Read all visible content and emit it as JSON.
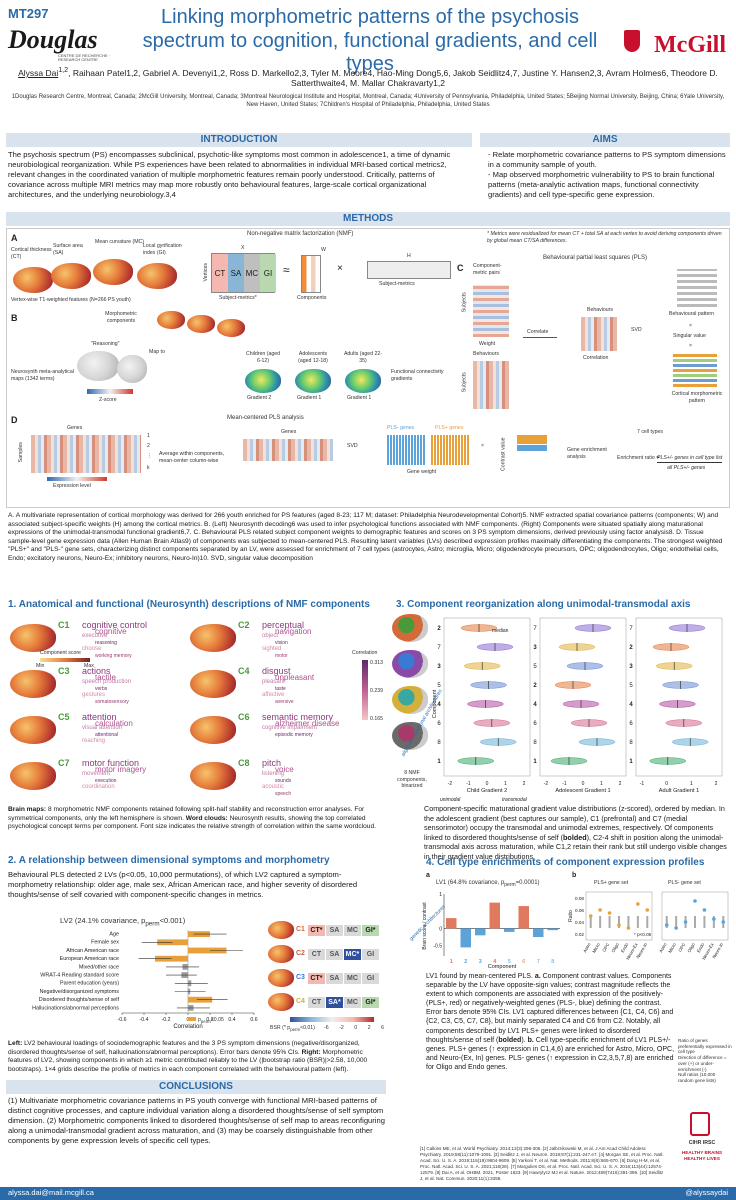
{
  "header": {
    "poster_id": "MT297",
    "logo_left": "Douglas",
    "logo_left_sub": "CENTRE DE RECHERCHE · RESEARCH CENTRE",
    "logo_right": "McGill",
    "title": "Linking morphometric patterns of the psychosis spectrum to cognition, functional gradients, and cell types",
    "authors_first": "Alyssa Dai",
    "authors_first_sup": "1,2",
    "authors_rest": ", Raihaan Patel1,2, Gabriel A. Devenyi1,2, Ross D. Markello2,3, Tyler M. Moore4, Hao-Ming Dong5,6, Jakob Seidlitz4,7, Justine Y. Hansen2,3, Avram Holmes6, Theodore D. Satterthwaite4, M. Mallar Chakravarty1,2",
    "affiliations": "1Douglas Research Centre, Montreal, Canada; 2McGill University, Montreal, Canada; 3Montreal Neurological Institute and Hospital, Montreal, Canada; 4University of Pennsylvania, Philadelphia, United States; 5Beijing Normal University, Beijing, China; 6Yale University, New Haven, United States; 7Children's Hospital of Philadelphia, Philadelphia, United States"
  },
  "introduction": {
    "heading": "INTRODUCTION",
    "text": "The psychosis spectrum (PS) encompasses subclinical, psychotic-like symptoms most common in adolescence1, a time of dynamic neurobiological reorganization. While PS experiences have been related to abnormalities in individual MRI-based cortical metrics2, relevant changes in the coordinated variation of multiple morphometric features remain poorly understood. Critically, patterns of covariance across multiple MRI metrics may map more robustly onto behavioural features, large-scale cortical organizational architectures, and the underlying neurobiology.3,4"
  },
  "aims": {
    "heading": "AIMS",
    "items": [
      "Relate morphometric covariance patterns to PS symptom dimensions in a community sample of youth.",
      "Map observed morphometric vulnerability to PS to brain functional patterns (meta-analytic activation maps, functional connectivity gradients) and cell type-specific gene expression."
    ]
  },
  "methods": {
    "heading": "METHODS",
    "panel_a": {
      "letter": "A",
      "feature_labels": [
        "Cortical thickness (CT)",
        "Surface area (SA)",
        "Mean curvature (MC)",
        "Local gyrification index (GI)"
      ],
      "vertex_label": "Vertex-wise T1-weighted features (N=266 PS youth)",
      "nmf_title": "Non-negative matrix factorization (NMF)",
      "x_label": "X",
      "w_label": "W",
      "h_label": "H",
      "vertices_label": "Vertices",
      "columns": [
        "CT",
        "SA",
        "MC",
        "GI"
      ],
      "subject_metrics": "Subject-metrics*",
      "components": "Components",
      "subject_metrics_h": "Subject-metrics",
      "approx": "≈",
      "times": "×",
      "note": "* Metrics were residualized for mean CT + total SA at each vertex to avoid deriving components driven by global mean CT/SA differences."
    },
    "panel_b": {
      "letter": "B",
      "morph_label": "Morphometric components",
      "map_to": "Map to",
      "reasoning": "\"Reasoning\"",
      "neurosynth": "Neurosynth meta-analytical maps (1342 terms)",
      "zscore": "Z-score",
      "groups": [
        "Children (aged 6-12)",
        "Adolescents (aged 12-18)",
        "Adults (aged 22-35)"
      ],
      "gradients": [
        "Gradient 2",
        "Gradient 1",
        "Gradient 1"
      ],
      "fc_label": "Functional connectivity gradients"
    },
    "panel_c": {
      "letter": "C",
      "pls_title": "Behavioural partial least squares (PLS)",
      "comp_pairs": "Component-metric pairs",
      "subjects": "Subjects",
      "weight": "Weight",
      "behaviours": "Behaviours",
      "correlate": "Correlate",
      "correlation": "Correlation",
      "svd": "SVD",
      "behavioural_pattern": "Behavioural pattern",
      "singular_value": "Singular value",
      "cortical_pattern": "Cortical morphometric pattern"
    },
    "panel_d": {
      "letter": "D",
      "title": "Mean-centered PLS analysis",
      "genes": "Genes",
      "samples": "Samples",
      "expression": "Expression level",
      "components_k": [
        "1",
        "2",
        "⋮",
        "k"
      ],
      "average": "Average within components, mean-center column-wise",
      "svd": "SVD",
      "pls_minus": "PLS- genes",
      "pls_plus": "PLS+ genes",
      "gene_weight": "Gene weight",
      "contrast": "Contrast value",
      "enrichment": "Gene enrichment analysis",
      "cell_types": "7 cell types",
      "ratio_label": "Enrichment ratio =",
      "ratio_num": "PLS+/- genes in cell type list",
      "ratio_den": "all PLS+/- genes"
    },
    "caption": "A. A multivariate representation of cortical morphology was derived for 266 youth enriched for PS features (aged 8-23; 117 M; dataset: Philadelphia Neurodevelopmental Cohort)5. NMF extracted spatial covariance patterns (components; W) and associated subject-specific weights (H) among the cortical metrics. B. (Left) Neurosynth decoding6 was used to infer psychological functions associated with NMF components. (Right) Components were situated spatially along maturational expressions of the unimodal-transmodal functional gradient6,7. C. Behavioural PLS related subject component weights to demographic features and scores on 3 PS symptom dimensions, derived previously using factor analysis8. D. Tissue sample-level gene expression data (Allen Human Brain Atlas9) of components was subjected to mean-centered PLS. Resulting latent variables (LVs) described expression profiles maximally differentiating the components. The strongest weighted \"PLS+\" and \"PLS-\" gene sets, characterizing distinct components separated by an LV, were assessed for enrichment of 7 cell types (astrocytes, Astro; microglia, Micro; oligodendrocyte precursors, OPC; oligodendrocytes, Oligo; endothelial cells, Endo; excitatory neurons, Neuro-Ex; inhibitory neurons, Neuro-In)10. SVD, singular value decomposition"
  },
  "section1": {
    "heading": "1. Anatomical and functional (Neurosynth) descriptions of NMF components",
    "components": [
      "C1",
      "C2",
      "C3",
      "C4",
      "C5",
      "C6",
      "C7",
      "C8"
    ],
    "colorbar_label": "Component score",
    "colorbar_min": "Min",
    "colorbar_max": "Max",
    "correlation_label": "Correlation",
    "corr_ticks": [
      "0.313",
      "0.239",
      "0.165"
    ],
    "wordclouds": [
      [
        "cognitive control",
        "cognitive",
        "executive",
        "reasoning",
        "choose",
        "working memory"
      ],
      [
        "perceptual",
        "navigation",
        "object",
        "vision",
        "sighted",
        "motor"
      ],
      [
        "actions",
        "tactile",
        "speech production",
        "verbs",
        "gestures",
        "somatosensory"
      ],
      [
        "disgust",
        "unpleasant",
        "pleasant",
        "taste",
        "affective",
        "aversive"
      ],
      [
        "attention",
        "calculation",
        "visual attention",
        "attentional",
        "reaching"
      ],
      [
        "semantic memory",
        "alzheimer disease",
        "cognitive impairment",
        "episodic memory"
      ],
      [
        "motor function",
        "motor imagery",
        "movement",
        "execution",
        "coordination"
      ],
      [
        "pitch",
        "voice",
        "listening",
        "sounds",
        "acoustic",
        "speech"
      ]
    ],
    "caption_bold1": "Brain maps:",
    "caption_text1": " 8 morphometric NMF components retained following split-half stability and reconstruction error analyses. For symmetrical components, only the left hemisphere is shown. ",
    "caption_bold2": "Word clouds:",
    "caption_text2": " Neurosynth results, showing the top correlated psychological concept terms per component. Font size indicates the relative strength of correlation within the same wordcloud."
  },
  "section2": {
    "heading": "2. A relationship between dimensional symptoms and morphometry",
    "intro": "Behavioural PLS detected 2 LVs (p<0.05, 10,000 permutations), of which LV2 captured a symptom-morphometry relationship: older age, male sex, African American race, and higher severity of disordered thoughts/sense of self covaried with component-specific changes in metrics.",
    "chart_title": "LV2 (24.1% covariance, p",
    "chart_title_sub": "perm",
    "chart_title_end": "<0.001)",
    "legend": "p",
    "legend_sub": "perm",
    "legend_end": "<0.05",
    "bsr_label": "BSR (* p",
    "bsr_label_sub": "perm",
    "bsr_label_end": "<0.01)",
    "bsr_ticks": [
      "-6",
      "-2",
      "0",
      "2",
      "6"
    ],
    "grid_rows": [
      {
        "name": "C1",
        "cells": [
          "CT*",
          "SA",
          "MC",
          "GI*"
        ]
      },
      {
        "name": "C2",
        "cells": [
          "CT",
          "SA",
          "MC*",
          "GI"
        ]
      },
      {
        "name": "C3",
        "cells": [
          "CT*",
          "SA",
          "MC",
          "GI"
        ]
      },
      {
        "name": "C4",
        "cells": [
          "CT",
          "SA*",
          "MC",
          "GI*"
        ]
      }
    ],
    "caption_left_bold": "Left:",
    "caption_left": " LV2 behavioural loadings of sociodemographic features and the 3 PS symptom dimensions (negative/disorganized, disordered thoughts/sense of self, hallucinations/abnormal perceptions). Error bars denote 95% CIs. ",
    "caption_right_bold": "Right:",
    "caption_right": " Morphometric features of LV2, showing components in which ≥1 metric contributed reliably to the LV (|bootstrap ratio (BSR)|>2.58, 10,000 bootstraps). 1×4 grids describe the profile of metrics in each component correlated with the behavioural pattern (left)."
  },
  "section3": {
    "heading": "3. Component reorganization along unimodal-transmodal axis",
    "median_label": "median",
    "nmf_label": "8 NMF components, binarized",
    "component_axis": "Component",
    "unimodal": "unimodal",
    "transmodal": "transmodal",
    "align_label": "align with functional architectures",
    "panels": [
      "Child Gradient 2",
      "Adolescent Gradient 1",
      "Adult Gradient 1"
    ],
    "x_ticks": [
      [
        "-2",
        "-1",
        "0",
        "1",
        "2"
      ],
      [
        "-2",
        "-1",
        "0",
        "1",
        "2"
      ],
      [
        "-1",
        "0",
        "1",
        "2"
      ]
    ],
    "order_child": [
      "2",
      "7",
      "3",
      "5",
      "4",
      "6",
      "8",
      "1"
    ],
    "order_adol": [
      "7",
      "3",
      "5",
      "2",
      "4",
      "6",
      "8",
      "1"
    ],
    "order_adult": [
      "7",
      "2",
      "3",
      "5",
      "4",
      "6",
      "8",
      "1"
    ],
    "text_before": "Component-specific maturational gradient value distributions (z-scored), ordered by median. In the adolescent gradient (best captures our sample), C1 (prefrontal) and C7 (medial sensorimotor) occupy the transmodal and unimodal extremes, respectively. Of components linked to disordered thoughts/sense of self (",
    "text_bold": "bolded",
    "text_after": "), C2-4 shift in position along the unimodal-transmodal axis across maturation, while C1,2 retain their rank but still undergo visible changes in their gradient value distributions."
  },
  "section4": {
    "heading": "4. Cell type enrichments of component expression profiles",
    "panel_a": "a",
    "panel_b": "b",
    "lv1_title": "LV1 (64.8% covariance, p",
    "lv1_sub": "perm",
    "lv1_end": "=0.0001)",
    "brain_score": "Brain score / contrast",
    "component": "Component",
    "genetic_arch": "genetic architectures",
    "plus_set": "PLS+ gene set",
    "minus_set": "PLS- gene set",
    "ratio_axis": "Ratio",
    "p_label": "* p<0.05",
    "cell_types": [
      "Astro",
      "Micro",
      "OPC",
      "Oligo",
      "Endo",
      "Neuro-Ex",
      "Neuro-In"
    ],
    "legend_lines": [
      "Ratio of genes preferentially expressed in cell type",
      "Direction of difference = over (+) or under-enrichment (-)",
      "Null ratios (10,000 random gene lists)"
    ],
    "text_lv1": "LV1 found by mean-centered PLS. ",
    "text_a_bold": "a.",
    "text_a": " Component contrast values. Components separable by the LV have opposite-sign values; contrast magnitude reflects the extent to which components are associated with expression of the positively- (PLS+, red) or negatively-weighted genes (PLS-, blue) defining the contrast. Error bars denote 95% CIs. LV1 captured differences between {C1, C4, C6} and {C2, C3, C5, C7, C8}, but mainly separated C4 and C6 from C2. Notably, all components described by LV1 PLS+ genes were linked to disordered thoughts/sense of self (",
    "text_a_bold2": "bolded",
    "text_a_end": ").",
    "text_b_bold": "b.",
    "text_b": " Cell type-specific enrichment of LV1 PLS+/- genes. PLS+ genes (↑ expression in C1,4,6) are enriched for Astro, Micro, OPC, and Neuro-(Ex, In) genes. PLS- genes (↑ expression in C2,3,5,7,8) are enriched for Oligo and Endo genes."
  },
  "conclusions": {
    "heading": "CONCLUSIONS",
    "text": "(1) Multivariate morphometric covariance patterns in PS youth converge with functional MRI-based patterns of distinct cognitive processes, and capture individual variation along a disordered thoughts/sense of self symptom dimension. (2) Morphometric components linked to disordered thoughts/sense of self map to areas reconfiguring along a unimodal-transmodal gradient across maturation, and (3) may be coarsely distinguishable from other components by gene expression levels of specific cell types."
  },
  "references": "[1] Calkins ME, et al. World Psychiatry. 2014;13(3):296-305. [2] Jalbrzikowski M, et al. J Am Acad Child Adolesc Psychiatry. 2019;58(11):1079-1091. [3] Seidlitz J, et al. Neuron. 2018;97(1):231-247.e7. [4] Morgan SE, et al. Proc. Natl. Acad. Sci. U. S. A. 2019;116(19):9604-9609. [5] Yarkoni T, et al. Nat. Methods. 2011;8(8):665-670. [6] Dong H-M, et al. Proc. Natl. Acad. Sci. U. S. A. 2021;118(28). [7] Margulies DS, et al. Proc. Natl. Acad. Sci. U. S. A. 2016;113(44):12574-12579. [8] Dai A, et al. OHBM. 2021, Poster 1823. [9] Hawrylycz MJ et al. Nature. 2012;489(7416):391-399. [10] Seidlitz J, et al. Nat. Commun. 2020;11(1):3358.",
  "funder": {
    "name": "CIHR IRSC",
    "tagline": "HEALTHY BRAINS HEALTHY LIVES"
  },
  "footer": {
    "email": "alyssa.dai@mail.mcgill.ca",
    "handle": "@alyssaydai"
  },
  "colors": {
    "accent": "#2a6aa8",
    "pls_plus": "#e8a03a",
    "pls_minus": "#5ba3d9",
    "bar_sig": "#e07a5f",
    "bar_ns": "#9e9e9e"
  },
  "chart_data": [
    {
      "type": "bar",
      "orientation": "horizontal",
      "title": "LV2 (24.1% covariance, pperm<0.001)",
      "xlabel": "Correlation",
      "xlim": [
        -0.6,
        0.6
      ],
      "x_ticks": [
        "-0.6",
        "-0.4",
        "-0.2",
        "0",
        "0.2",
        "0.4",
        "0.6"
      ],
      "categories": [
        "Age",
        "Female sex",
        "African American race",
        "European American race",
        "Mixed/other race",
        "WRAT-4 Reading standard score",
        "Parent education (years)",
        "Negative/disorganized symptoms",
        "Disordered thoughts/sense of self",
        "Hallucinations/abnormal perceptions"
      ],
      "values": [
        0.2,
        -0.28,
        0.35,
        -0.3,
        -0.05,
        -0.06,
        0.03,
        0.02,
        0.22,
        0.05
      ],
      "ci_low": [
        0.05,
        -0.42,
        0.2,
        -0.45,
        -0.2,
        -0.2,
        -0.12,
        -0.12,
        0.08,
        -0.1
      ],
      "ci_high": [
        0.35,
        -0.14,
        0.5,
        -0.15,
        0.1,
        0.08,
        0.18,
        0.16,
        0.36,
        0.2
      ],
      "significant": [
        true,
        true,
        true,
        true,
        false,
        false,
        false,
        false,
        true,
        false
      ],
      "legend": "pperm<0.05"
    },
    {
      "type": "bar",
      "title": "LV1 (64.8% covariance, pperm=0.0001)",
      "ylabel": "Brain score / contrast",
      "xlabel": "Component",
      "categories": [
        "1",
        "2",
        "3",
        "4",
        "5",
        "6",
        "7",
        "8"
      ],
      "values": [
        0.3,
        -0.55,
        -0.2,
        0.75,
        -0.1,
        0.65,
        -0.25,
        -0.05
      ],
      "ylim": [
        -0.8,
        1.0
      ],
      "y_ticks": [
        "1",
        "0",
        "-0.5"
      ]
    },
    {
      "type": "scatter",
      "title": "PLS+ gene set",
      "ylabel": "Ratio",
      "categories": [
        "Astro",
        "Micro",
        "OPC",
        "Oligo",
        "Endo",
        "Neuro-Ex",
        "Neuro-In"
      ],
      "values": [
        0.05,
        0.06,
        0.055,
        0.035,
        0.03,
        0.07,
        0.06
      ],
      "ylim": [
        0.01,
        0.09
      ],
      "y_ticks": [
        "0.08",
        "0.06",
        "0.04",
        "0.02"
      ]
    },
    {
      "type": "scatter",
      "title": "PLS- gene set",
      "categories": [
        "Astro",
        "Micro",
        "OPC",
        "Oligo",
        "Endo",
        "Neuro-Ex",
        "Neuro-In"
      ],
      "values": [
        0.035,
        0.03,
        0.04,
        0.075,
        0.06,
        0.045,
        0.04
      ],
      "ylim": [
        0.01,
        0.09
      ]
    }
  ]
}
